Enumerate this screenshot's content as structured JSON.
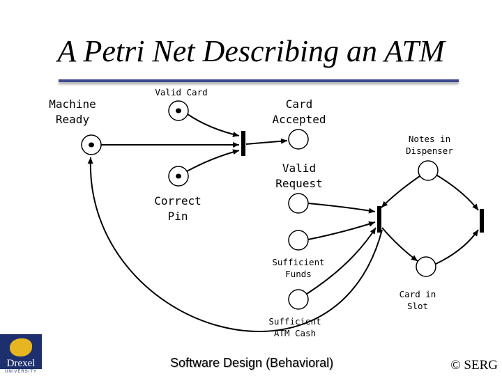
{
  "slide": {
    "title": "A Petri Net Describing an ATM",
    "footer": "Software Design (Behavioral)",
    "copyright": "© SERG",
    "logo": {
      "word": "Drexel",
      "subtitle": "UNIVERSITY"
    }
  },
  "places": {
    "machine_ready": "Machine\nReady",
    "valid_card": "Valid Card",
    "card_accepted": "Card\nAccepted",
    "correct_pin": "Correct\nPin",
    "valid_request": "Valid\nRequest",
    "notes_in_dispenser": "Notes in\nDispenser",
    "sufficient_funds": "Sufficient\nFunds",
    "card_in_slot": "Card in\nSlot",
    "sufficient_atm_cash": "Sufficient\nATM Cash"
  },
  "colors": {
    "rule": "#3d4a8f",
    "logo_blue": "#1d2f6e",
    "logo_gold": "#e7b520"
  }
}
